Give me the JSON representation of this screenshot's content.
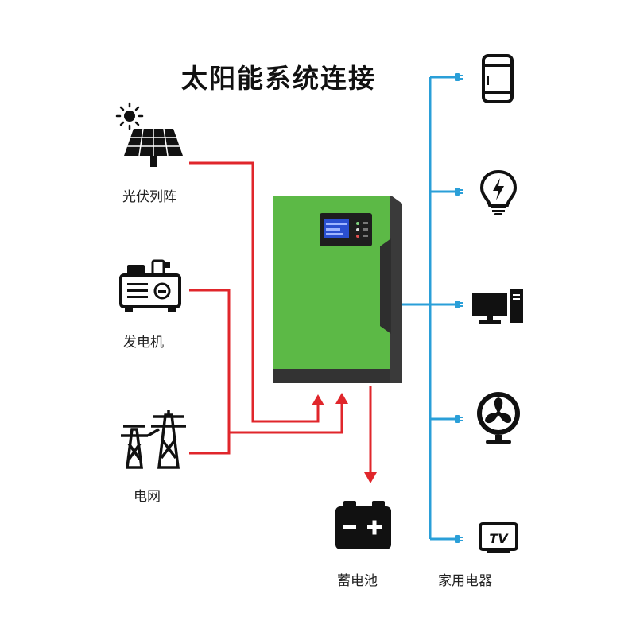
{
  "title": "太阳能系统连接",
  "sources": {
    "solar": "光伏列阵",
    "generator": "发电机",
    "grid": "电网"
  },
  "battery": {
    "label": "蓄电池"
  },
  "appliances": {
    "label": "家用电器",
    "tv_text": "TV"
  },
  "colors": {
    "power_line": "#e0262b",
    "load_line": "#2a9fd8",
    "inverter_body": "#5cb946",
    "inverter_side": "#3a3a3a",
    "lcd": "#2a4fd0"
  },
  "icons": [
    "sun-icon",
    "solar-panel-icon",
    "generator-icon",
    "power-tower-icon",
    "battery-icon",
    "phone-icon",
    "bulb-icon",
    "computer-icon",
    "fan-icon",
    "tv-icon",
    "plug-icon"
  ]
}
